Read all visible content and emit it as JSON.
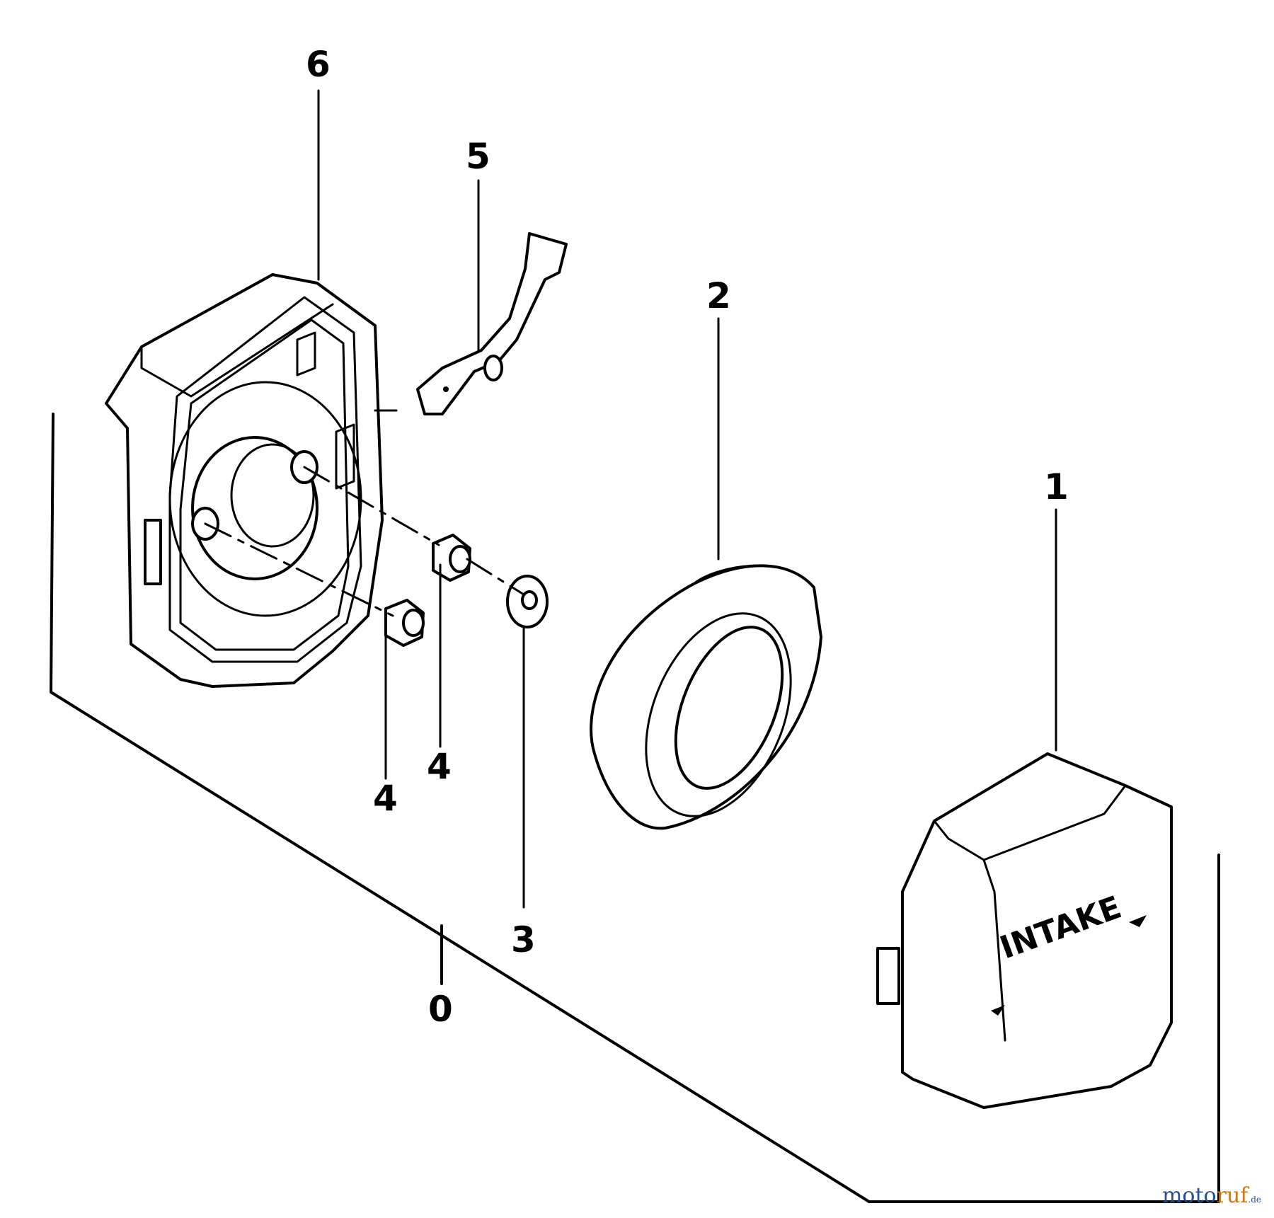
{
  "callouts": {
    "n0": "0",
    "n1": "1",
    "n2": "2",
    "n3": "3",
    "n4a": "4",
    "n4b": "4",
    "n5": "5",
    "n6": "6"
  },
  "cover_text": "INTAKE",
  "watermark": {
    "part1": "moto",
    "part2": "ruf",
    "suffix": ".de"
  }
}
